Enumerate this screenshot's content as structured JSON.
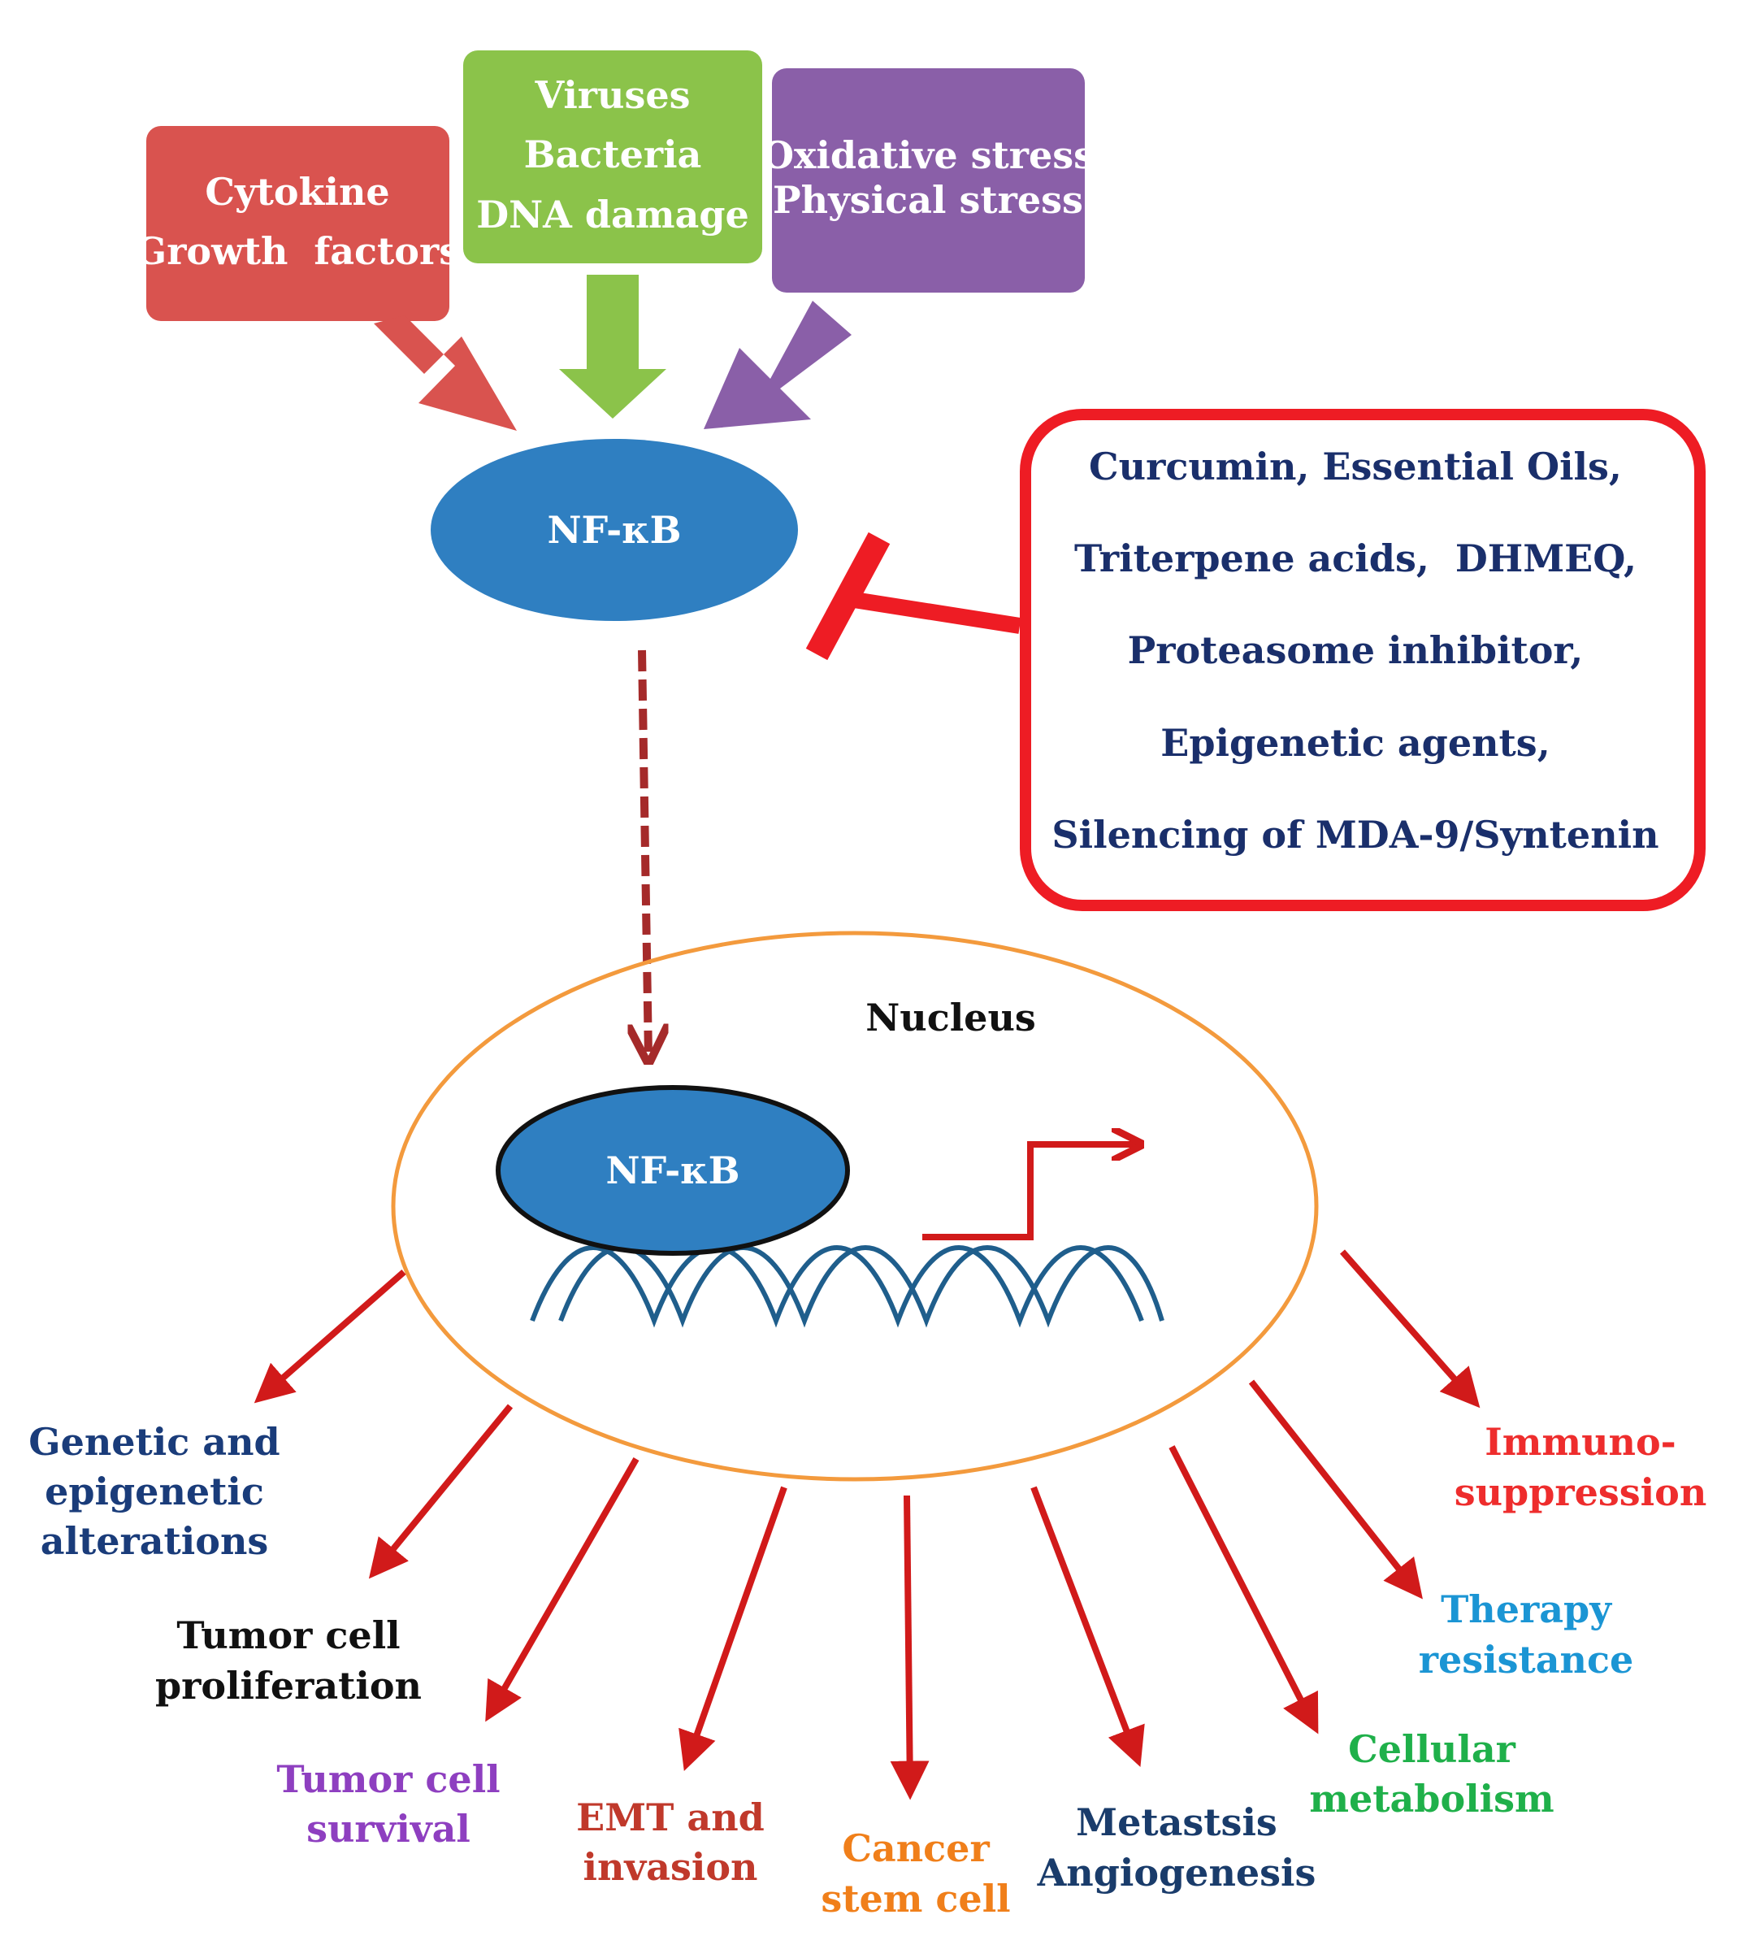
{
  "colors": {
    "red_box": "#d9534f",
    "green_box": "#8bc34a",
    "purple_box": "#8a5fa8",
    "nfkb": "#2f7fc1",
    "nucleus_outline": "#f39a3d",
    "inhibitor_outline": "#ee1c24",
    "inhibitor_text": "#1a2f6b",
    "dna": "#1f5e8c",
    "dashed_arrow": "#a52a2a",
    "outcome_arrow": "#d11a1a"
  },
  "stimuli": [
    {
      "lines": [
        "Cytokine",
        "Growth  factors"
      ]
    },
    {
      "lines": [
        "Viruses",
        "Bacteria",
        "DNA damage"
      ]
    },
    {
      "lines": [
        "Oxidative stress",
        "Physical stress"
      ]
    }
  ],
  "nfkb_cytoplasm": "NF-κB",
  "nfkb_nucleus": "NF-κB",
  "nucleus_label": "Nucleus",
  "inhibitors": [
    "Curcumin, Essential Oils,",
    "Triterpene acids,  DHMEQ,",
    "Proteasome inhibitor,",
    "Epigenetic agents,",
    "Silencing of MDA-9/Syntenin"
  ],
  "outcomes": [
    {
      "lines": [
        "Genetic and",
        "epigenetic",
        "alterations"
      ],
      "color": "#1a3c7a"
    },
    {
      "lines": [
        "Tumor cell",
        "proliferation"
      ],
      "color": "#111111"
    },
    {
      "lines": [
        "Tumor cell",
        "survival"
      ],
      "color": "#8e3fc0"
    },
    {
      "lines": [
        "EMT and",
        "invasion"
      ],
      "color": "#c0392b"
    },
    {
      "lines": [
        "Cancer",
        "stem cell"
      ],
      "color": "#f07f1a"
    },
    {
      "lines": [
        "Metastsis",
        "Angiogenesis"
      ],
      "color": "#1a3c6b"
    },
    {
      "lines": [
        "Cellular",
        "metabolism"
      ],
      "color": "#1fb04a"
    },
    {
      "lines": [
        "Therapy",
        "resistance"
      ],
      "color": "#1b95d4"
    },
    {
      "lines": [
        "Immuno-",
        "suppression"
      ],
      "color": "#ee2d2d"
    }
  ]
}
